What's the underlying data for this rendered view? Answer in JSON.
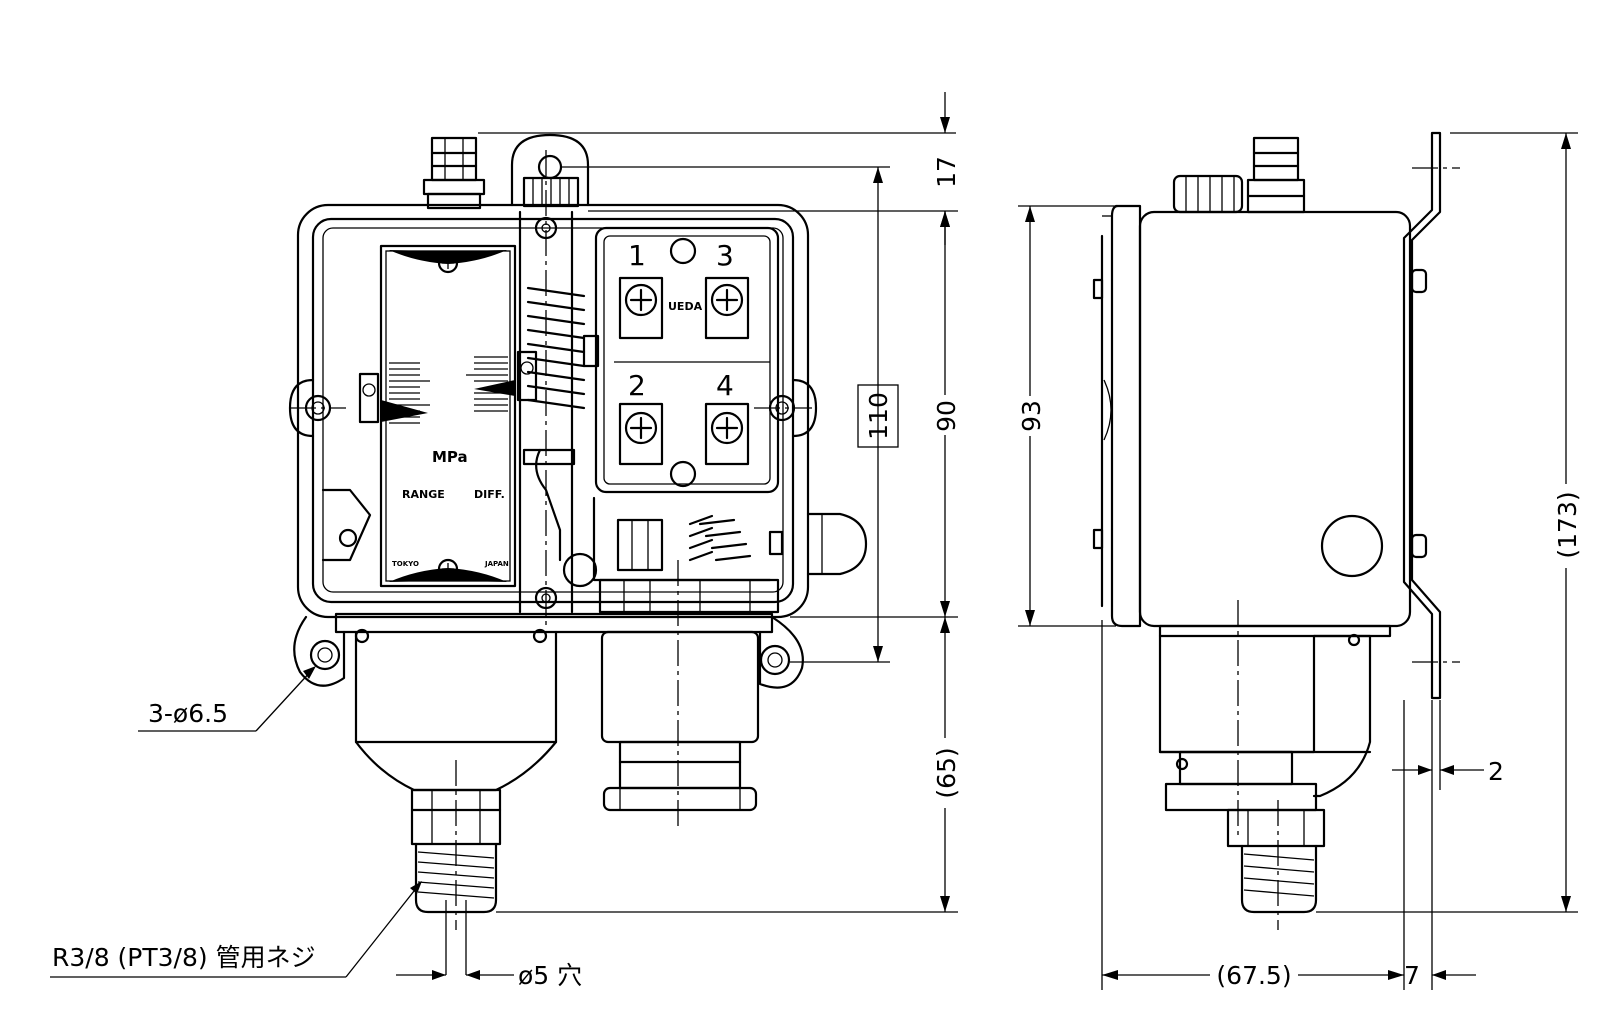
{
  "dimensions": {
    "top_offset": "17",
    "bracket_height": "110",
    "body_height": "90",
    "side_height": "93",
    "overall_height": "(173)",
    "bottom_length": "(65)",
    "depth": "(67.5)",
    "bracket_offset": "7",
    "plate_thickness": "2"
  },
  "callouts": {
    "mount_holes": "3-ø6.5",
    "thread": "R3/8 (PT3/8) 管用ネジ",
    "bore": "ø5 穴"
  },
  "terminals": [
    "1",
    "3",
    "2",
    "4"
  ],
  "plate": {
    "brand": "UEDA",
    "unit": "MPa",
    "range": "RANGE",
    "diff": "DIFF.",
    "left_mark": "TOKYO",
    "right_mark": "JAPAN"
  }
}
